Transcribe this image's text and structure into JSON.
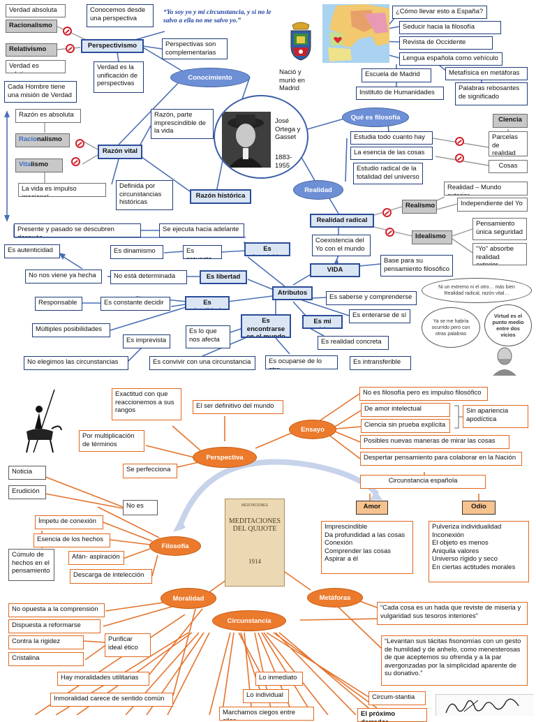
{
  "colors": {
    "blue_line": "#4a6fb5",
    "blue_ellipse": "#6d8fd6",
    "orange": "#ec7a2c",
    "gray_box": "#c8c8c8",
    "forbid_red": "#d0202a",
    "quote_blue": "#1d3fa2"
  },
  "icons": [
    "forbidden-sign-icon",
    "coat-of-arms-icon",
    "europe-map-icon",
    "heart-icon",
    "portrait-photo",
    "don-quijote-sketch-icon",
    "philosopher-bust-icon",
    "book-cover-image",
    "signature-image"
  ],
  "top": {
    "verdad_absoluta": "Verdad absoluta",
    "racionalismo": "Racionalismo",
    "relativismo": "Relativismo",
    "verdad_relativa": "Verdad es relativa",
    "conocemos": "Conocemos desde una perspectiva",
    "perspectivismo": "Perspectivismo",
    "complementarias": "Perspectivas son complementarias",
    "unificacion": "Verdad es la unificación de perspectivas",
    "cada_hombre": "Cada Hombre tiene una misión de Verdad",
    "quote": "“Yo soy yo y mi circunstancia, y si no le salvo a ella no me salvo yo.”",
    "nacio": "Nació y murió en Madrid",
    "conocimiento": "Conocimiento",
    "razon_absoluta": "Razón es absoluta",
    "racio_prefix": "Racio",
    "racio_suffix": "nalismo",
    "vita_prefix": "Vita",
    "vita_suffix": "lismo",
    "impulso": "La vida es impulso irracional",
    "razon_parte": "Razón, parte imprescindible de la vida",
    "razon_vital": "Razón vital",
    "definida": "Definida por circunstancias históricas",
    "razon_historica": "Razón histórica",
    "jose_name": "José Ortega y Gasset",
    "years": "1883-1955",
    "como_llevar": "¿Cómo llevar esto a España?",
    "seducir": "Seducir hacia la filosofía",
    "revista": "Revista de Occidente",
    "lengua": "Lengua española como vehículo",
    "escuela": "Escuela de Madrid",
    "metafisica": "Metafísica en metáforas",
    "instituto": "Instituto de Humanidades",
    "palabras": "Palabras rebosantes de significado",
    "que_es": "Qué es filosofía",
    "estudia": "Estudia todo cuanto hay",
    "esencia": "La esencia de las cosas",
    "estudio_radical": "Estudio radical de la totalidad del universo",
    "ciencia": "Ciencia",
    "parcelas": "Parcelas de realidad",
    "cosas": "Cosas",
    "realidad": "Realidad",
    "realidad_radical": "Realidad radical",
    "realismo": "Realismo",
    "realidad_mundo": "Realidad – Mundo exterior",
    "independiente": "Independiente del Yo",
    "idealismo": "Idealismo",
    "pensamiento_unica": "Pensamiento única seguridad",
    "yo_absorbe": "“Yo” absorbe realidad exterior",
    "coexistencia": "Coexistencia del Yo con el mundo",
    "vida": "VIDA",
    "base": "Base para su pensamiento filosófico",
    "presente_pasado": "Presente y pasado se descubren después",
    "ejecuta": "Se ejecuta hacia adelante",
    "autenticidad": "Es autenticidad",
    "dinamismo": "Es dinamismo",
    "proyecto": "Es proyecto",
    "futuricion": "Es futurición",
    "no_viene": "No nos viene ya hecha",
    "no_determinada": "No está determinada",
    "libertad": "Es libertad",
    "atributos": "Atributos",
    "saberse": "Es saberse y comprenderse",
    "responsable": "Responsable",
    "constante": "Es constante decidir",
    "fatalidad": "Es fatalidad",
    "enterarse": "Es enterarse de sí",
    "multiples": "Múltiples posibilidades",
    "lo_que": "Es lo que nos afecta",
    "encontrarse": "Es encontrarse en el mundo",
    "mi_vida": "Es mi vida",
    "imprevista": "Es imprevista",
    "realidad_concreta": "Es realidad concreta",
    "no_elegimos": "No elegimos las circunstancias",
    "convivir": "Es convivir con una circunstancia",
    "ocuparse": "Es ocuparse de lo otro",
    "intransferible": "Es intransferible",
    "cloud1": "Ni un extremo ni el otro… más bien Realidad radical, razón vital…",
    "cloud2": "Ya se me habría ocurrido pero con otras palabras",
    "cloud3": "Virtud es el punto medio entre dos vicios"
  },
  "bottom": {
    "exactitud": "Exactitud con que reaccionemos a sus rangos",
    "ser_definitivo": "El ser definitivo del mundo",
    "multiplicacion": "Por multiplicación de términos",
    "perspectiva": "Perspectiva",
    "perfecciona": "Se perfecciona",
    "ensayo": "Ensayo",
    "no_filosofia": "No es filosofía pero es impulso filosófico",
    "amor_intelectual": "De amor intelectual",
    "ciencia_sin": "Ciencia sin prueba explícita",
    "sin_apariencia": "Sin apariencia apodíctica",
    "posibles": "Posibles nuevas maneras de mirar las cosas",
    "despertar": "Despertar pensamiento para colaborar en la Nación",
    "noticia": "Noticia",
    "erudicion": "Erudición",
    "no_es": "No es",
    "cumulo": "Cúmulo de hechos en el pensamiento",
    "impetu": "Ímpetu de conexión",
    "esencia_hechos": "Esencia de los hechos",
    "afan": "Afán- aspiración",
    "descarga": "Descarga de intelección",
    "filosofia": "Filosofía",
    "circunstancia_esp": "Circunstancia española",
    "amor": "Amor",
    "odio": "Odio",
    "amor_list": [
      "Imprescindible",
      "Da profundidad a las cosas",
      "Conexión",
      "Comprender las cosas",
      "Aspirar a él"
    ],
    "odio_list": [
      "Pulveriza individualidad",
      "Inconexión",
      "El objeto es menos",
      "Aniquila valores",
      "Universo rígido y seco",
      "En ciertas actitudes morales"
    ],
    "book_small": "MEDITACIONES",
    "book_title": "MEDITACIONES DEL QUIJOTE",
    "book_year": "1914",
    "moralidad": "Moralidad",
    "metaforas": "Metáforas",
    "no_opuesta": "No opuesta a la comprensión",
    "dispuesta": "Dispuesta a reformarse",
    "contra": "Contra la rigidez",
    "cristalina": "Cristalina",
    "purificar": "Purificar ideal ético",
    "circunstancia": "Circunstancia",
    "quote1": "“Cada cosa es un hada que reviste de miseria y vulgaridad sus tesoros interiores”",
    "quote2": "“Levantan sus tácitas fisonomías con un gesto de humildad y de anhelo, como menesterosas de que aceptemos su ofrenda y a la par avergonzadas por la simplicidad aparente de su donativo.”",
    "utilitarias": "Hay moralidades utilitarias",
    "inmoralidad": "Inmoralidad carece de sentido común",
    "inmediato": "Lo inmediato",
    "individual": "Lo individual",
    "marchamos": "Marchamos ciegos entre ellas",
    "circum": "Circum-stantia",
    "proximo": "El próximo derredor"
  }
}
